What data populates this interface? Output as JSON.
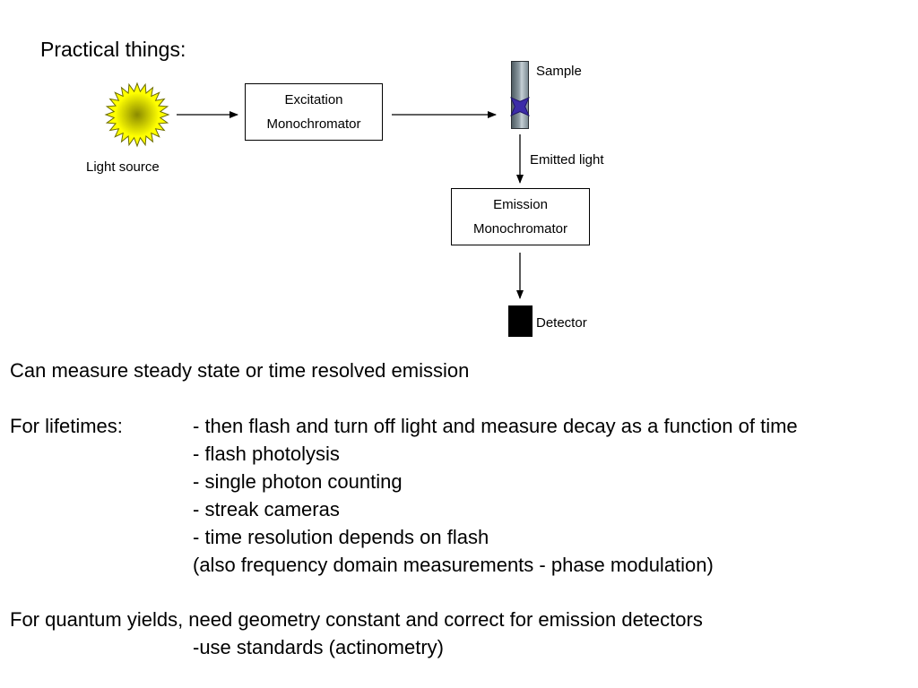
{
  "heading": "Practical things:",
  "diagram": {
    "light_source_label": "Light source",
    "excitation_box": {
      "line1": "Excitation",
      "line2": "Monochromator"
    },
    "sample_label": "Sample",
    "emitted_light_label": "Emitted light",
    "emission_box": {
      "line1": "Emission",
      "line2": "Monochromator"
    },
    "detector_label": "Detector",
    "colors": {
      "sun_outer": "#ffff00",
      "sun_center": "#8a8a00",
      "sample_marker": "#3c2ca8",
      "detector": "#000000"
    }
  },
  "text": {
    "steady_line": "Can measure steady state or time resolved emission",
    "lifetimes_label": "For lifetimes:",
    "lifetime_items": [
      "- then flash and turn off light and measure decay as a function of time",
      "- flash photolysis",
      "- single photon counting",
      "- streak cameras",
      "- time resolution depends on flash",
      "(also frequency domain measurements - phase modulation)"
    ],
    "quantum_line": "For quantum yields, need geometry constant and correct for emission detectors",
    "quantum_sub": "-use standards (actinometry)"
  }
}
